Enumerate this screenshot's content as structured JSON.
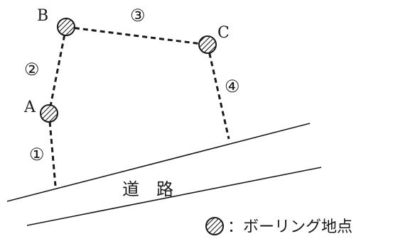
{
  "points": {
    "A": {
      "label": "A"
    },
    "B": {
      "label": "B"
    },
    "C": {
      "label": "C"
    }
  },
  "segments": [
    {
      "label": "①"
    },
    {
      "label": "②"
    },
    {
      "label": "③"
    },
    {
      "label": "④"
    }
  ],
  "road": {
    "label": "道　路"
  },
  "legend": {
    "text": "：ボーリング地点"
  },
  "colors": {
    "ink": "#1a1a1a",
    "background": "#ffffff"
  },
  "icons": {
    "boring_point": "hatched-circle-icon"
  }
}
